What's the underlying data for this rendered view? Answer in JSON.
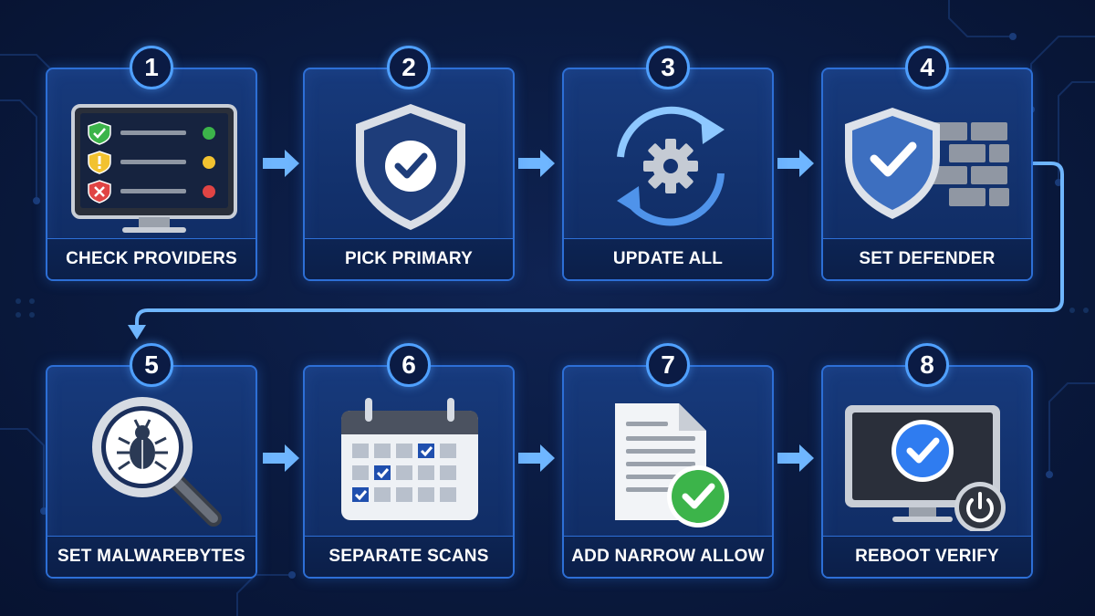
{
  "colors": {
    "background": "#0a1a3f",
    "card_border": "#2d6fd6",
    "card_fill": "#143371",
    "arrow": "#6fb6ff",
    "badge_border": "#4fa0ff",
    "shield": "#1e3d7a",
    "check_green": "#3cb44a",
    "warn_yellow": "#f2c230",
    "error_red": "#e04444",
    "accent_blue": "#2f7cf0"
  },
  "steps": [
    {
      "number": "1",
      "label": "CHECK PROVIDERS",
      "icon": "monitor-status-list-icon"
    },
    {
      "number": "2",
      "label": "PICK PRIMARY",
      "icon": "shield-check-icon"
    },
    {
      "number": "3",
      "label": "UPDATE ALL",
      "icon": "gear-sync-icon"
    },
    {
      "number": "4",
      "label": "SET DEFENDER",
      "icon": "shield-firewall-icon"
    },
    {
      "number": "5",
      "label": "SET MALWAREBYTES",
      "icon": "magnifier-bug-icon"
    },
    {
      "number": "6",
      "label": "SEPARATE SCANS",
      "icon": "calendar-check-icon"
    },
    {
      "number": "7",
      "label": "ADD NARROW ALLOW",
      "icon": "document-check-icon"
    },
    {
      "number": "8",
      "label": "REBOOT VERIFY",
      "icon": "monitor-power-icon"
    }
  ]
}
